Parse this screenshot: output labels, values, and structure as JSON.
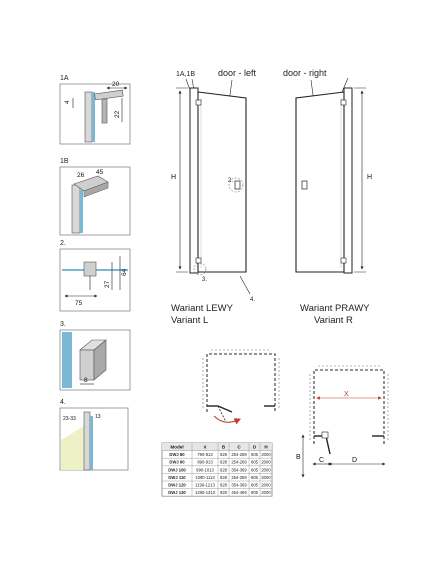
{
  "details": {
    "d1a": {
      "label": "1A",
      "dims": [
        "20",
        "4",
        "22"
      ]
    },
    "d1b": {
      "label": "1B",
      "dims": [
        "26",
        "45"
      ]
    },
    "d2": {
      "label": "2.",
      "dims": [
        "64",
        "27",
        "75"
      ]
    },
    "d3": {
      "label": "3.",
      "dims": [
        "8"
      ]
    },
    "d4": {
      "label": "4.",
      "dims": [
        "23-33",
        "13"
      ]
    }
  },
  "left_door": {
    "callout": "1A,1B",
    "title": "door - left",
    "height_label": "H",
    "detail_2": "2.",
    "detail_3": "3.",
    "detail_4": "4.",
    "variant_pl": "Wariant LEWY",
    "variant_en": "Variant L"
  },
  "right_door": {
    "title": "door - right",
    "height_label": "H",
    "variant_pl": "Wariant PRAWY",
    "variant_en": "Variant R"
  },
  "plan_view": {
    "labels": [
      "X",
      "B",
      "C",
      "D"
    ]
  },
  "table": {
    "headers": [
      "Model",
      "X",
      "B",
      "C",
      "D",
      "H"
    ],
    "rows": [
      [
        "DWJ 80",
        "790-813",
        "528",
        "254-269",
        "505",
        "2000"
      ],
      [
        "DWJ 90",
        "890-913",
        "628",
        "254-269",
        "605",
        "2000"
      ],
      [
        "DWJ 100",
        "990-1013",
        "628",
        "354-369",
        "605",
        "2000"
      ],
      [
        "DWJ 110",
        "1090-1113",
        "828",
        "254-269",
        "805",
        "2000"
      ],
      [
        "DWJ 120",
        "1190-1213",
        "828",
        "354-369",
        "805",
        "2000"
      ],
      [
        "DWJ 130",
        "1290-1313",
        "928",
        "454-469",
        "905",
        "2000"
      ]
    ]
  },
  "colors": {
    "line": "#222222",
    "glass": "#7ab8d6",
    "dash": "#555555",
    "arrow": "#c0392b",
    "frame": "#999999"
  }
}
